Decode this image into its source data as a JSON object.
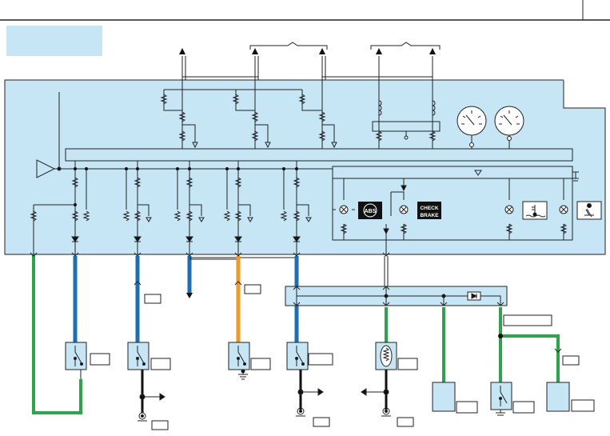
{
  "diagram": {
    "title": "",
    "labels": {
      "cluster_icon_abs": "ABS",
      "cluster_icon_check_brake": "CHECK BRAKE",
      "cluster_icon_coolant": "coolant-temp",
      "cluster_icon_seatbelt": "seatbelt"
    },
    "colors": {
      "panel_fill": "#c6e6f6",
      "wire_blue": "#1a6fb7",
      "wire_orange": "#f09a22",
      "wire_green": "#2aa54a",
      "wire_white": "#ffffff",
      "wire_black": "#111111",
      "stroke": "#222222"
    }
  }
}
